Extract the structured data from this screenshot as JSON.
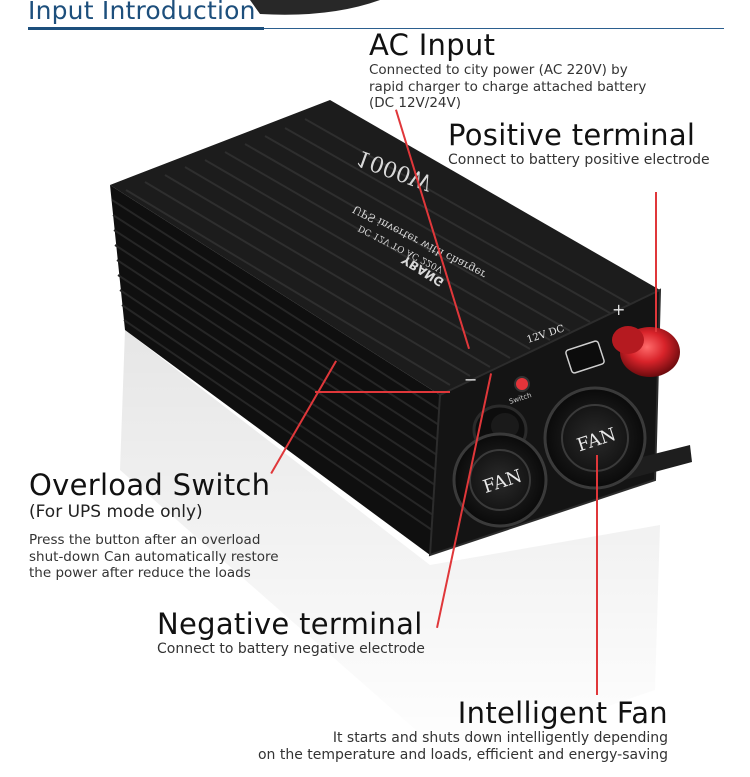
{
  "header": {
    "title": "Input Introduction"
  },
  "product": {
    "top_model_text": "1000W",
    "top_line_1": "UPS inverter with charger",
    "top_line_2": "DC 12V TO AC 220V",
    "brand_text": "YBANG",
    "voltage_text": "12V DC",
    "switch_text": "Switch",
    "fan_label": "FAN",
    "minus_sign": "−",
    "plus_sign": "+"
  },
  "callouts": {
    "ac_input": {
      "title": "AC Input",
      "description": [
        "Connected to city power (AC 220V) by",
        "rapid charger to charge attached battery",
        "(DC 12V/24V)"
      ]
    },
    "positive_terminal": {
      "title": "Positive terminal",
      "description": "Connect to battery positive electrode"
    },
    "overload_switch": {
      "title": "Overload Switch",
      "subtitle": "(For UPS mode only)",
      "description": [
        "Press the button after an overload",
        "shut-down Can automatically restore",
        "the power after reduce the loads"
      ]
    },
    "negative_terminal": {
      "title": "Negative terminal",
      "description": "Connect to battery negative electrode"
    },
    "intelligent_fan": {
      "title": "Intelligent Fan",
      "description": [
        "It starts and shuts down intelligently depending",
        "on the temperature and loads, efficient and energy-saving"
      ]
    }
  },
  "colors": {
    "header_blue": "#1d4f7c",
    "leader_red": "#e0373a",
    "terminal_red": "#d8232a",
    "body_black": "#141414"
  }
}
